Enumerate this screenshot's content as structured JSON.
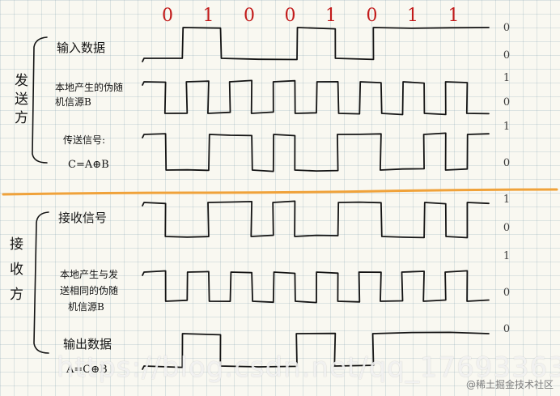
{
  "diagram": {
    "top_bits": [
      "0",
      "1",
      "0",
      "0",
      "1",
      "0",
      "1",
      "1"
    ],
    "side_bits": [
      "0",
      "0",
      "1",
      "0",
      "1",
      "0",
      "1",
      "0",
      "1",
      "0",
      "0"
    ],
    "colors": {
      "ink": "#141414",
      "red": "#c21b1b",
      "divider": "#f0a23a"
    },
    "send_section": {
      "label": "发送方",
      "rows": [
        {
          "label_lines": [
            "输入数据"
          ],
          "levels": [
            0,
            1,
            0,
            0,
            1,
            0,
            1,
            1
          ]
        },
        {
          "label_lines": [
            "本地产生的伪随",
            "机信源B"
          ],
          "levels": [
            1,
            0,
            1,
            0,
            1,
            0,
            1,
            0,
            1,
            0,
            1,
            0,
            1,
            0,
            1,
            0
          ]
        },
        {
          "label_lines": [
            "传送信号:",
            "C=A⊕B"
          ],
          "levels": [
            1,
            0,
            0,
            1,
            1,
            0,
            1,
            0,
            0,
            1,
            1,
            0,
            0,
            1,
            0,
            1
          ]
        }
      ]
    },
    "recv_section": {
      "label": "接收方",
      "rows": [
        {
          "label_lines": [
            "接收信号"
          ],
          "levels": [
            1,
            0,
            0,
            1,
            1,
            0,
            1,
            0,
            0,
            1,
            1,
            0,
            0,
            1,
            0,
            1
          ]
        },
        {
          "label_lines": [
            "本地产生与发",
            "送相同的伪随",
            "机信源B"
          ],
          "levels": [
            1,
            0,
            1,
            0,
            1,
            0,
            1,
            0,
            1,
            0,
            1,
            0,
            1,
            0,
            1,
            0
          ]
        },
        {
          "label_lines": [
            "输出数据",
            "A=C⊕B"
          ],
          "levels": [
            0,
            1,
            0,
            0,
            1,
            0,
            1,
            1
          ]
        }
      ]
    }
  },
  "watermark": {
    "url": "https://blog.csdn.net/qq_17693363",
    "brand": "@稀土掘金技术社区"
  }
}
